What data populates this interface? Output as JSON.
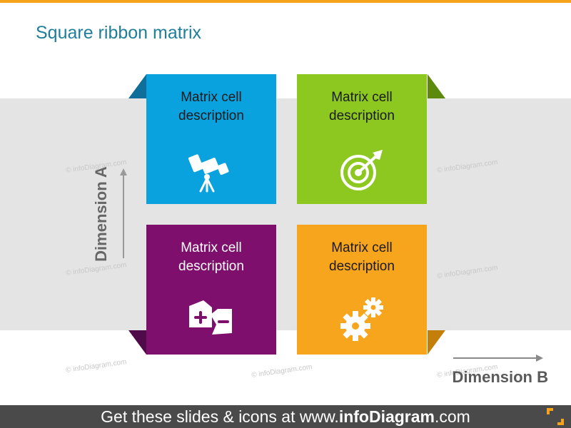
{
  "title": "Square ribbon matrix",
  "cells": [
    {
      "lines": [
        "Matrix cell",
        "description"
      ],
      "icon": "telescope-icon",
      "color": "#0aa2de"
    },
    {
      "lines": [
        "Matrix cell",
        "description"
      ],
      "icon": "target-icon",
      "color": "#8dc820"
    },
    {
      "lines": [
        "Matrix cell",
        "description"
      ],
      "icon": "pros-cons-icon",
      "color": "#7f0f6d"
    },
    {
      "lines": [
        "Matrix cell",
        "description"
      ],
      "icon": "gears-icon",
      "color": "#f7a51d"
    }
  ],
  "dimension_a": "Dimension A",
  "dimension_b": "Dimension B",
  "watermark": "© infoDiagram.com",
  "footer": {
    "prefix": "Get these slides & icons at www.",
    "brand": "infoDiagram",
    "suffix": ".com"
  },
  "colors": {
    "accent": "#f6a21a",
    "title": "#1f7f9a",
    "band": "#e4e4e4",
    "footer": "#4a4a4a"
  }
}
